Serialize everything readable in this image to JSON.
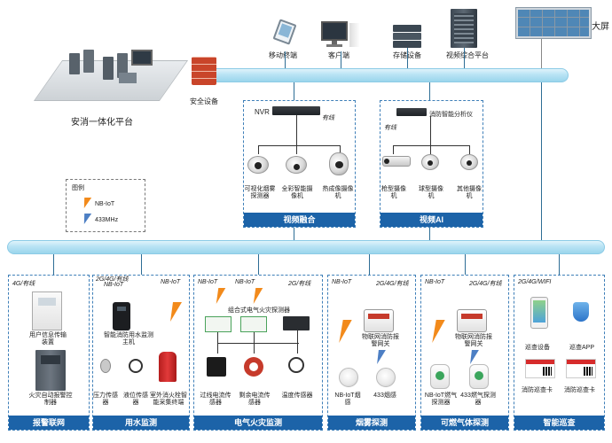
{
  "top": {
    "big_screen": "大屏",
    "platform": "安消一体化平台",
    "security_device": "安全设备",
    "mobile_terminal": "移动终端",
    "client": "客户端",
    "storage": "存储设备",
    "video_platform": "视频综合平台"
  },
  "video_fusion": {
    "nvr": "NVR",
    "wired": "有线",
    "cameras": [
      "可视化烟雾探测器",
      "全彩智能摄像机",
      "热成像摄像机"
    ],
    "bar": "视频融合"
  },
  "video_ai": {
    "analyzer": "消防智能分析仪",
    "wired": "有线",
    "cameras": [
      "枪型摄像机",
      "球型摄像机",
      "其他摄像机"
    ],
    "bar": "视频AI"
  },
  "legend": {
    "title": "图例",
    "items": [
      "NB-IoT",
      "433MHz"
    ]
  },
  "panels": {
    "alarm": {
      "net": "4G/有线",
      "devices": [
        "用户信息传输装置",
        "火灾自动报警控制器"
      ],
      "bar": "报警联网"
    },
    "water": {
      "net_top": "2G/4G/有线",
      "net_left": "NB-IoT",
      "net_right": "NB-IoT",
      "host": "智能消防用水监测主机",
      "sensors": [
        "压力传感器",
        "液位传感器",
        "室外消火栓智能采集终端"
      ],
      "bar": "用水监测"
    },
    "electric": {
      "net": [
        "NB-IoT",
        "NB-IoT",
        "2G/有线"
      ],
      "detector": "组合式电气火灾探测器",
      "sensors": [
        "过线电流传感器",
        "剩余电流传感器",
        "温度传感器"
      ],
      "bar": "电气火灾监测"
    },
    "smoke": {
      "net": [
        "NB-IoT",
        "2G/4G/有线"
      ],
      "gateway": "物联网消防报警网关",
      "sensors": [
        "NB-IoT烟感",
        "433烟感"
      ],
      "bar": "烟雾探测"
    },
    "gas": {
      "net": [
        "NB-IoT",
        "2G/4G/有线"
      ],
      "gateway": "物联网消防报警网关",
      "sensors": [
        "NB-IoT燃气探测器",
        "433燃气探测器"
      ],
      "bar": "可燃气体探测"
    },
    "patrol": {
      "net": "2G/4G/WIFI",
      "items": [
        "巡查设备",
        "巡查APP",
        "消防巡查卡",
        "消防巡查卡"
      ],
      "bar": "智能巡查"
    }
  }
}
